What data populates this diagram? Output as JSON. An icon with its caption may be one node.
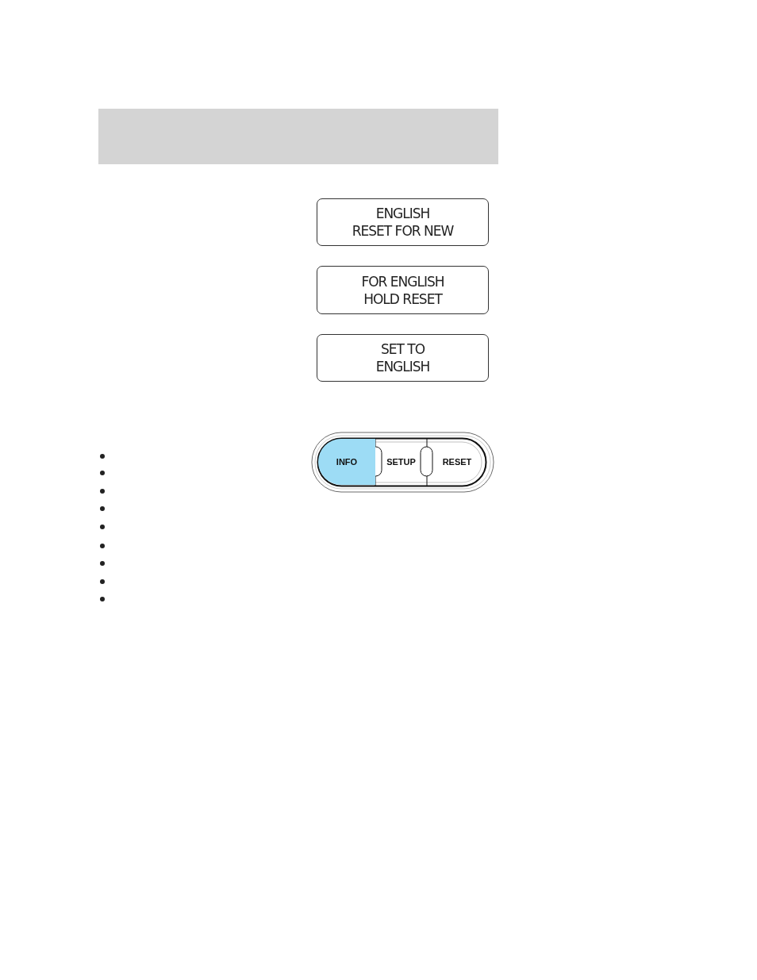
{
  "diagram": {
    "nodes": [
      {
        "text": [
          "ENGLISH",
          "RESET FOR NEW"
        ]
      },
      {
        "text": [
          "FOR ENGLISH",
          "HOLD RESET"
        ]
      },
      {
        "text": [
          "SET TO",
          "ENGLISH"
        ]
      },
      {
        "text": [
          "INFO"
        ]
      },
      {
        "text": [
          "SETUP"
        ]
      },
      {
        "text": [
          "RESET"
        ]
      }
    ]
  }
}
